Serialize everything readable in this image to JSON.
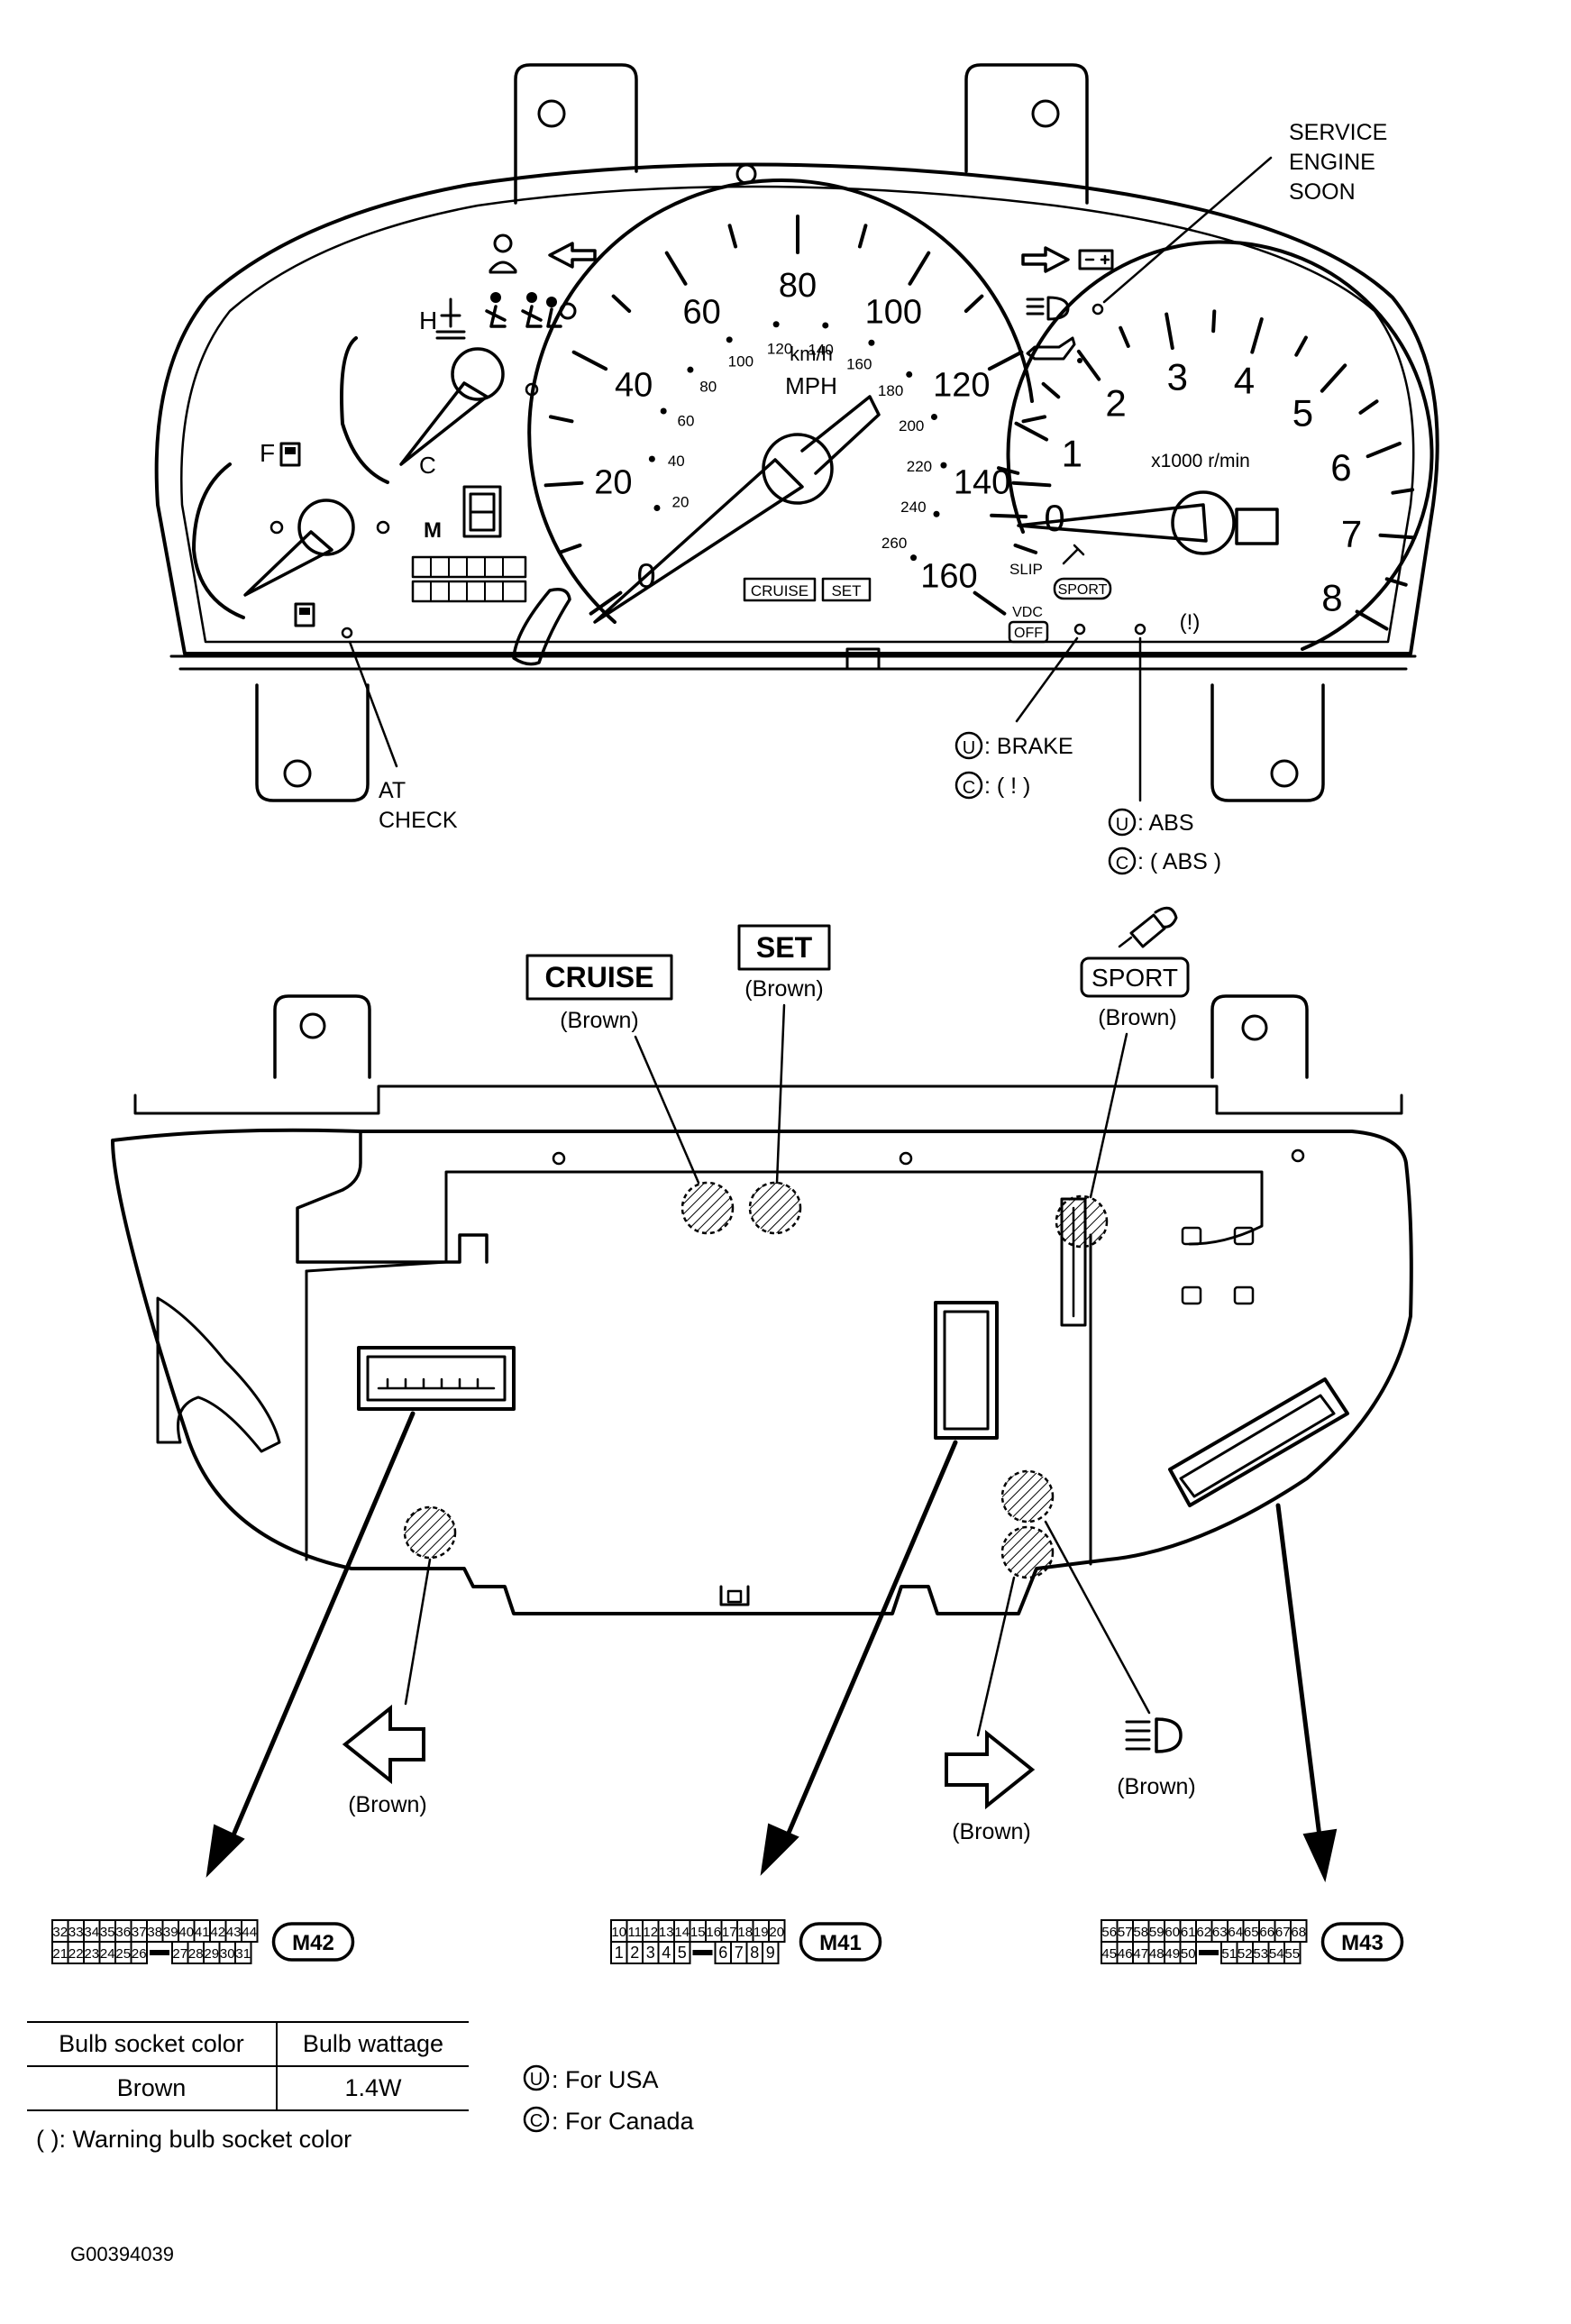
{
  "figure_id": "G00394039",
  "top_view": {
    "speedometer": {
      "mph_labels": [
        "0",
        "20",
        "40",
        "60",
        "80",
        "100",
        "120",
        "140",
        "160"
      ],
      "kmh_labels": [
        "20",
        "40",
        "60",
        "80",
        "100",
        "120",
        "140",
        "160",
        "180",
        "200",
        "220",
        "240",
        "260"
      ],
      "unit_kmh": "km/h",
      "unit_mph": "MPH"
    },
    "tachometer": {
      "labels": [
        "0",
        "1",
        "2",
        "3",
        "4",
        "5",
        "6",
        "7",
        "8"
      ],
      "unit": "x1000 r/min"
    },
    "gauge_labels": {
      "hot": "H",
      "cold": "C",
      "fuel": "F",
      "mode": "M"
    },
    "indicators": {
      "cruise": "CRUISE",
      "set": "SET",
      "slip": "SLIP",
      "sport": "SPORT",
      "vdc": "VDC",
      "off": "OFF",
      "brake_symbol": "(!)"
    },
    "callouts": {
      "service_engine_soon": [
        "SERVICE",
        "ENGINE",
        "SOON"
      ],
      "at_check": [
        "AT",
        "CHECK"
      ],
      "brake": [
        {
          "mark": "U",
          "text": ": BRAKE"
        },
        {
          "mark": "C",
          "text": ": ( ! )"
        }
      ],
      "abs": [
        {
          "mark": "U",
          "text": ": ABS"
        },
        {
          "mark": "C",
          "text": ": ( ABS )"
        }
      ]
    }
  },
  "bottom_view": {
    "socket_labels": {
      "cruise": {
        "name": "CRUISE",
        "color": "(Brown)"
      },
      "set": {
        "name": "SET",
        "color": "(Brown)"
      },
      "sport": {
        "name": "SPORT",
        "color": "(Brown)"
      },
      "turn_left": {
        "color": "(Brown)"
      },
      "turn_right": {
        "color": "(Brown)"
      },
      "high_beam": {
        "color": "(Brown)"
      }
    }
  },
  "connectors": [
    {
      "id": "M42",
      "top": [
        "32",
        "33",
        "34",
        "35",
        "36",
        "37",
        "38",
        "39",
        "40",
        "41",
        "42",
        "43",
        "44"
      ],
      "bottom": [
        "21",
        "22",
        "23",
        "24",
        "25",
        "26",
        "",
        "27",
        "28",
        "29",
        "30",
        "31"
      ]
    },
    {
      "id": "M41",
      "top": [
        "10",
        "11",
        "12",
        "13",
        "14",
        "15",
        "16",
        "17",
        "18",
        "19",
        "20"
      ],
      "bottom": [
        "1",
        "2",
        "3",
        "4",
        "5",
        "",
        "6",
        "7",
        "8",
        "9"
      ]
    },
    {
      "id": "M43",
      "top": [
        "56",
        "57",
        "58",
        "59",
        "60",
        "61",
        "62",
        "63",
        "64",
        "65",
        "66",
        "67",
        "68"
      ],
      "bottom": [
        "45",
        "46",
        "47",
        "48",
        "49",
        "50",
        "",
        "51",
        "52",
        "53",
        "54",
        "55"
      ]
    }
  ],
  "bulb_table": {
    "headers": [
      "Bulb socket color",
      "Bulb wattage"
    ],
    "rows": [
      [
        "Brown",
        "1.4W"
      ]
    ],
    "note": "(    ): Warning bulb socket color"
  },
  "market_legend": [
    {
      "mark": "U",
      "text": ": For USA"
    },
    {
      "mark": "C",
      "text": ": For Canada"
    }
  ]
}
